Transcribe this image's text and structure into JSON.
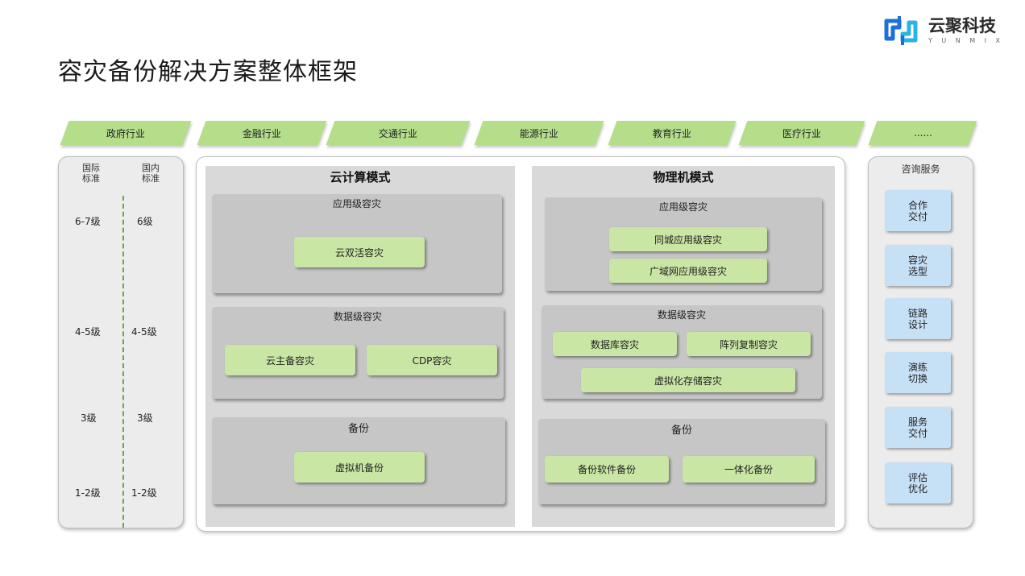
{
  "title": "容灾备份解决方案整体框架",
  "logo": {
    "name": "云聚科技",
    "sub": "YUNMIX",
    "colors": [
      "#1e6fd9",
      "#2bb3e6"
    ]
  },
  "industries": [
    "政府行业",
    "金融行业",
    "交通行业",
    "能源行业",
    "教育行业",
    "医疗行业",
    "......"
  ],
  "standards": {
    "international_header": [
      "国际",
      "标准"
    ],
    "domestic_header": [
      "国内",
      "标准"
    ],
    "international_levels": [
      "6-7级",
      "4-5级",
      "3级",
      "1-2级"
    ],
    "domestic_levels": [
      "6级",
      "4-5级",
      "3级",
      "1-2级"
    ]
  },
  "cloud": {
    "title": "云计算模式",
    "app_tier": {
      "label": "应用级容灾",
      "items": [
        "云双活容灾"
      ]
    },
    "data_tier": {
      "label": "数据级容灾",
      "items": [
        "云主备容灾",
        "CDP容灾"
      ]
    },
    "backup_tier": {
      "label": "备份",
      "items": [
        "虚拟机备份"
      ]
    }
  },
  "physical": {
    "title": "物理机模式",
    "app_tier": {
      "label": "应用级容灾",
      "items": [
        "同城应用级容灾",
        "广域网应用级容灾"
      ]
    },
    "data_tier": {
      "label": "数据级容灾",
      "items": [
        "数据库容灾",
        "阵列复制容灾",
        "虚拟化存储容灾"
      ]
    },
    "backup_tier": {
      "label": "备份",
      "items": [
        "备份软件备份",
        "一体化备份"
      ]
    }
  },
  "services": {
    "title": "咨询服务",
    "items": [
      [
        "合作",
        "交付"
      ],
      [
        "容灾",
        "选型"
      ],
      [
        "链路",
        "设计"
      ],
      [
        "演练",
        "切换"
      ],
      [
        "服务",
        "交付"
      ],
      [
        "评估",
        "优化"
      ]
    ]
  },
  "colors": {
    "green_box": "#c9e6a5",
    "industry": "#b5de8b",
    "service_box": "#c6e0f6",
    "tier": "#c6c6c6",
    "dashed_line": "#6aa83a"
  }
}
